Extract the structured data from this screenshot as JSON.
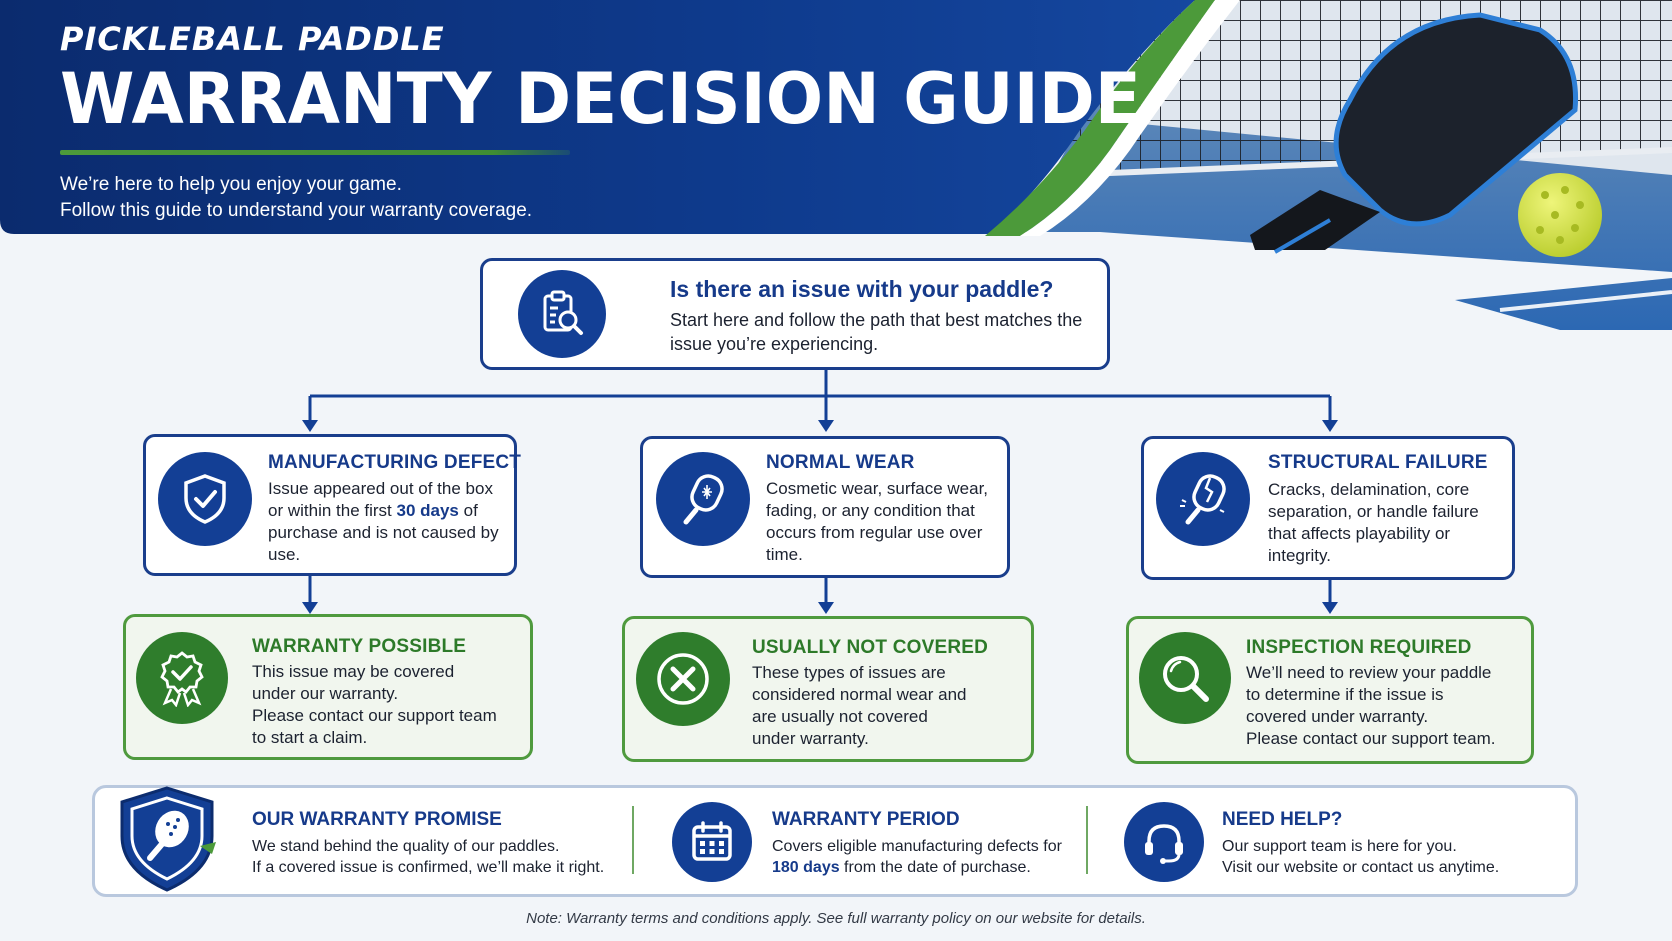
{
  "header": {
    "eyebrow": "PICKLEBALL PADDLE",
    "title": "WARRANTY DECISION GUIDE",
    "intro_line1": "We’re here to help you enjoy your game.",
    "intro_line2": "Follow this guide to understand your warranty coverage."
  },
  "start": {
    "icon": "clipboard-search-icon",
    "title": "Is there an issue with your paddle?",
    "text": "Start here and follow the path that best matches the issue you’re experiencing."
  },
  "categories": [
    {
      "icon": "shield-check-icon",
      "title": "MANUFACTURING DEFECT",
      "text_before": "Issue appeared out of the box or within the first ",
      "highlight": "30 days",
      "text_after": " of purchase and is not caused by use."
    },
    {
      "icon": "worn-paddle-icon",
      "title": "NORMAL WEAR",
      "text": "Cosmetic wear, surface wear, fading, or any condition that occurs from regular use over time."
    },
    {
      "icon": "cracked-paddle-icon",
      "title": "STRUCTURAL FAILURE",
      "text": "Cracks, delamination, core separation, or handle failure that affects playability or integrity."
    }
  ],
  "outcomes": [
    {
      "icon": "award-badge-icon",
      "title": "WARRANTY POSSIBLE",
      "line1": "This issue may be covered",
      "line2": "under our warranty.",
      "line3": "Please contact our support team",
      "line4": "to start a claim."
    },
    {
      "icon": "x-circle-icon",
      "title": "USUALLY NOT COVERED",
      "line1": "These types of issues are",
      "line2": "considered normal wear and",
      "line3": "are usually not covered",
      "line4": "under warranty."
    },
    {
      "icon": "magnifier-icon",
      "title": "INSPECTION REQUIRED",
      "line1": "We’ll need to review your paddle",
      "line2": "to determine if the issue is",
      "line3": "covered under warranty.",
      "line4": "Please contact our support team."
    }
  ],
  "promise": {
    "icon": "shield-paddle-icon",
    "title": "OUR WARRANTY PROMISE",
    "line1": "We stand behind the quality of our paddles.",
    "line2": "If a covered issue is confirmed, we’ll make it right."
  },
  "period": {
    "icon": "calendar-icon",
    "title": "WARRANTY PERIOD",
    "line1": "Covers eligible manufacturing defects for",
    "highlight": "180 days",
    "line2_after": " from the date of purchase."
  },
  "help": {
    "icon": "headset-icon",
    "title": "NEED HELP?",
    "line1": "Our support team is here for you.",
    "line2": "Visit our website or contact us anytime."
  },
  "note": "Note: Warranty terms and conditions apply. See full warranty policy on our website for details.",
  "colors": {
    "navy": "#133f95",
    "title_blue": "#163a8a",
    "green": "#2f7d2c",
    "green_border": "#4f9a3e",
    "court_blue": "#2f6fb8",
    "ball_yellow": "#d6e64a"
  }
}
